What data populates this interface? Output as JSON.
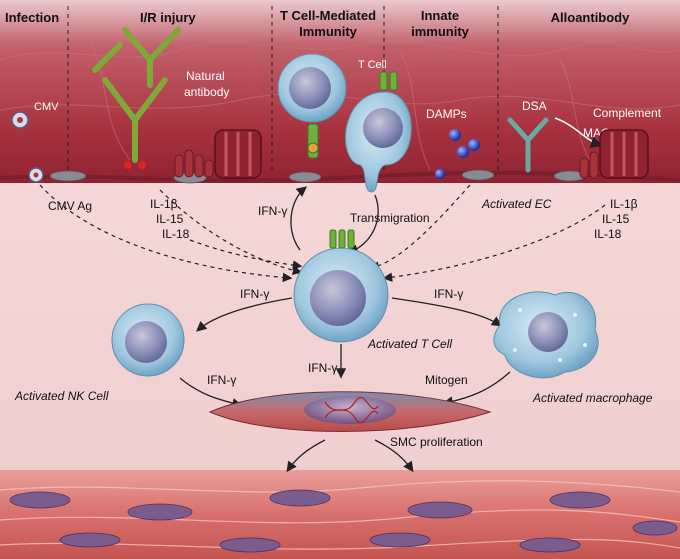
{
  "header": {
    "infection": "Infection",
    "ir_injury": "I/R injury",
    "tcell_line1": "T Cell-Mediated",
    "tcell_line2": "Immunity",
    "innate_line1": "Innate",
    "innate_line2": "immunity",
    "alloantibody": "Alloantibody"
  },
  "labels": {
    "cmv": "CMV",
    "natural_antibody_1": "Natural",
    "natural_antibody_2": "antibody",
    "t_cell": "T Cell",
    "damps": "DAMPs",
    "dsa": "DSA",
    "complement": "Complement",
    "mac": "MAC",
    "cmv_ag": "CMV Ag",
    "il1b_left": "IL-1β",
    "il15_left": "IL-15",
    "il18_left": "IL-18",
    "ifn_top": "IFN-γ",
    "transmigration": "Transmigration",
    "activated_ec": "Activated EC",
    "il1b_right": "IL-1β",
    "il15_right": "IL-15",
    "il18_right": "IL-18",
    "ifn_left": "IFN-γ",
    "ifn_right": "IFN-γ",
    "activated_t_cell": "Activated T Cell",
    "ifn_center": "IFN-γ",
    "ifn_nk": "IFN-γ",
    "mitogen": "Mitogen",
    "activated_nk": "Activated NK Cell",
    "activated_macrophage": "Activated macrophage",
    "smc_proliferation": "SMC proliferation"
  },
  "colors": {
    "tissue_dark": "#a8323f",
    "tissue_pink": "#f2d4d4",
    "cell_blue": "#9fc7de",
    "nucleus": "#8a8fb8",
    "receptor_green": "#6fb03c",
    "antibody_green": "#9fbf4a",
    "smc_red": "#c94a4a",
    "damp_blue": "#2f3fbf"
  }
}
